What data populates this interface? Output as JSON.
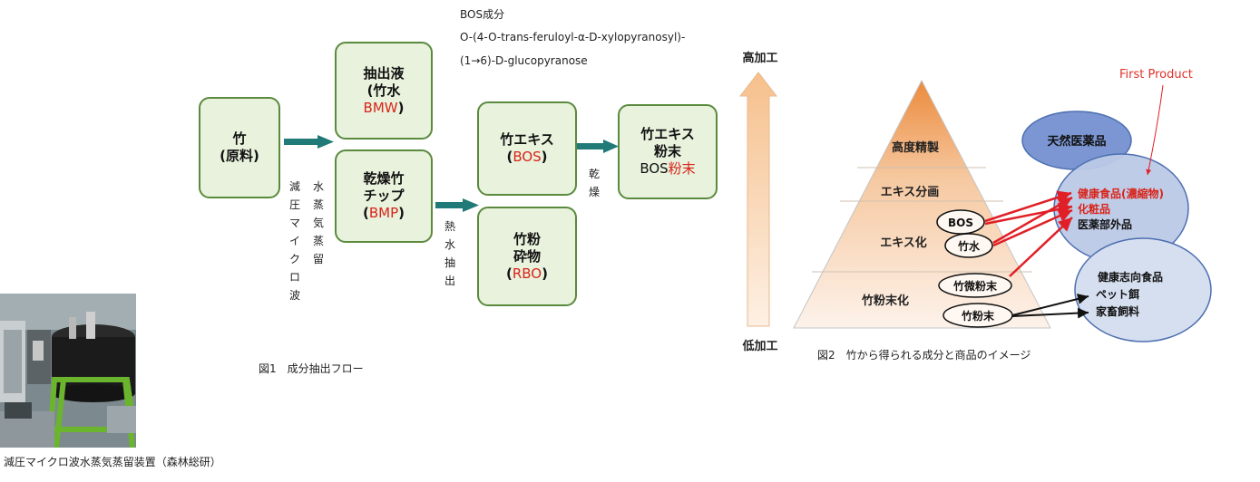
{
  "bos": {
    "line1": "BOS成分",
    "line2": "O-(4-O-trans-feruloyl-α-D-xylopyranosyl)-",
    "line3": "(1→6)-D-glucopyranose"
  },
  "flow": {
    "raw": {
      "line1": "竹",
      "line2": "(原料)"
    },
    "extract": {
      "line1": "抽出液",
      "line2": "(竹水",
      "code": "BMW",
      "close": ")"
    },
    "chip": {
      "line1": "乾燥竹",
      "line2": "チップ",
      "open": "(",
      "code": "BMP",
      "close": ")"
    },
    "essence": {
      "line1": "竹エキス",
      "open": "(",
      "code": "BOS",
      "close": ")"
    },
    "powder": {
      "line1": "竹エキス",
      "line2": "粉末",
      "prefix": "BOS",
      "code": "粉末"
    },
    "crushed": {
      "line1": "竹粉",
      "line2": "砕物",
      "open": "(",
      "code": "RBO",
      "close": ")"
    },
    "label_vacuum": "減圧マイクロ波",
    "label_steam": "水蒸気蒸留",
    "label_hot": "熱水抽出",
    "label_dry": "乾燥",
    "caption": "図1　成分抽出フロー"
  },
  "photo_caption": "減圧マイクロ波水蒸気蒸留装置（森林総研）",
  "pyramid": {
    "high_label": "高加工",
    "low_label": "低加工",
    "levels": [
      "高度精製",
      "エキス分画",
      "エキス化",
      "竹粉末化"
    ],
    "ovals": [
      "BOS",
      "竹水",
      "竹微粉末",
      "竹粉末"
    ],
    "bubbles": {
      "natural": "天然医薬品",
      "health_food": "健康食品(濃縮物)",
      "cosmetic": "化粧品",
      "quasi_drug": "医薬部外品",
      "health_oriented": "健康志向食品",
      "pet": "ペット餌",
      "livestock": "家畜飼料"
    },
    "first_product": "First Product",
    "caption": "図2　竹から得られる成分と商品のイメージ"
  },
  "colors": {
    "box_fill": "#e8f2dc",
    "box_border": "#5a8a3e",
    "arrow_teal": "#1f7a78",
    "red": "#d9241a",
    "pyramid_top": "#ec8a3c",
    "bubble_blue": "#7b96d2"
  }
}
